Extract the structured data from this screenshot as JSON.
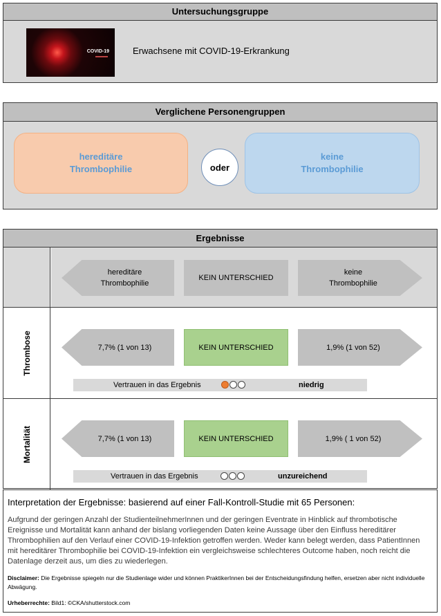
{
  "section1": {
    "title": "Untersuchungsgruppe",
    "image_label": "COVID-19",
    "population": "Erwachsene mit COVID-19-Erkrankung"
  },
  "section2": {
    "title": "Verglichene Personengruppen",
    "group_a_line1": "hereditäre",
    "group_a_line2": "Thrombophilie",
    "connector": "oder",
    "group_b_line1": "keine",
    "group_b_line2": "Thrombophilie"
  },
  "section3": {
    "title": "Ergebnisse",
    "header_row": {
      "left_line1": "hereditäre",
      "left_line2": "Thrombophilie",
      "middle": "KEIN UNTERSCHIED",
      "right_line1": "keine",
      "right_line2": "Thrombophilie"
    },
    "rows": [
      {
        "label": "Thrombose",
        "left": "7,7% (1 von 13)",
        "middle": "KEIN UNTERSCHIED",
        "right": "1,9% (1 von 52)",
        "confidence_label": "Vertrauen in das Ergebnis",
        "confidence_filled": 1,
        "confidence_total": 3,
        "confidence_value": "niedrig"
      },
      {
        "label": "Mortalität",
        "left": "7,7% (1 von 13)",
        "middle": "KEIN UNTERSCHIED",
        "right": "1,9% ( 1 von 52)",
        "confidence_label": "Vertrauen in das Ergebnis",
        "confidence_filled": 0,
        "confidence_total": 3,
        "confidence_value": "unzureichend"
      }
    ]
  },
  "section4": {
    "title": "Interpretation der Ergebnisse: basierend auf einer Fall-Kontroll-Studie mit 65 Personen:",
    "paragraph": "Aufgrund der geringen Anzahl der StudienteilnehmerInnen und der geringen Eventrate in Hinblick auf thrombotische Ereignisse und Mortalität kann anhand der bislang vorliegenden Daten keine Aussage über den Einfluss hereditärer Thrombophilien auf den Verlauf einer COVID-19-Infektion getroffen werden. Weder kann belegt werden, dass PatientInnen mit hereditärer Thrombophilie bei COVID-19-Infektion ein vergleichsweise schlechteres Outcome haben, noch reicht die Datenlage derzeit aus, um dies zu wiederlegen.",
    "disclaimer_label": "Disclaimer:",
    "disclaimer_text": " Die Ergebnisse spiegeln nur die Studienlage wider und können PraktikerInnen bei der Entscheidungsfindung helfen, ersetzen aber nicht individuelle Abwägung.",
    "copyright_label": "Urheberrechte:",
    "copyright_text": " Bild1: ©CKA/shutterstock.com"
  },
  "colors": {
    "header_grey": "#bfbfbf",
    "panel_grey": "#d9d9d9",
    "arrow_grey": "#c0c0c0",
    "green": "#a9d18e",
    "orange_pill": "#f8cbad",
    "blue_pill": "#bdd7ee",
    "pill_text": "#5b9bd5",
    "dot_filled": "#ed7d31"
  }
}
